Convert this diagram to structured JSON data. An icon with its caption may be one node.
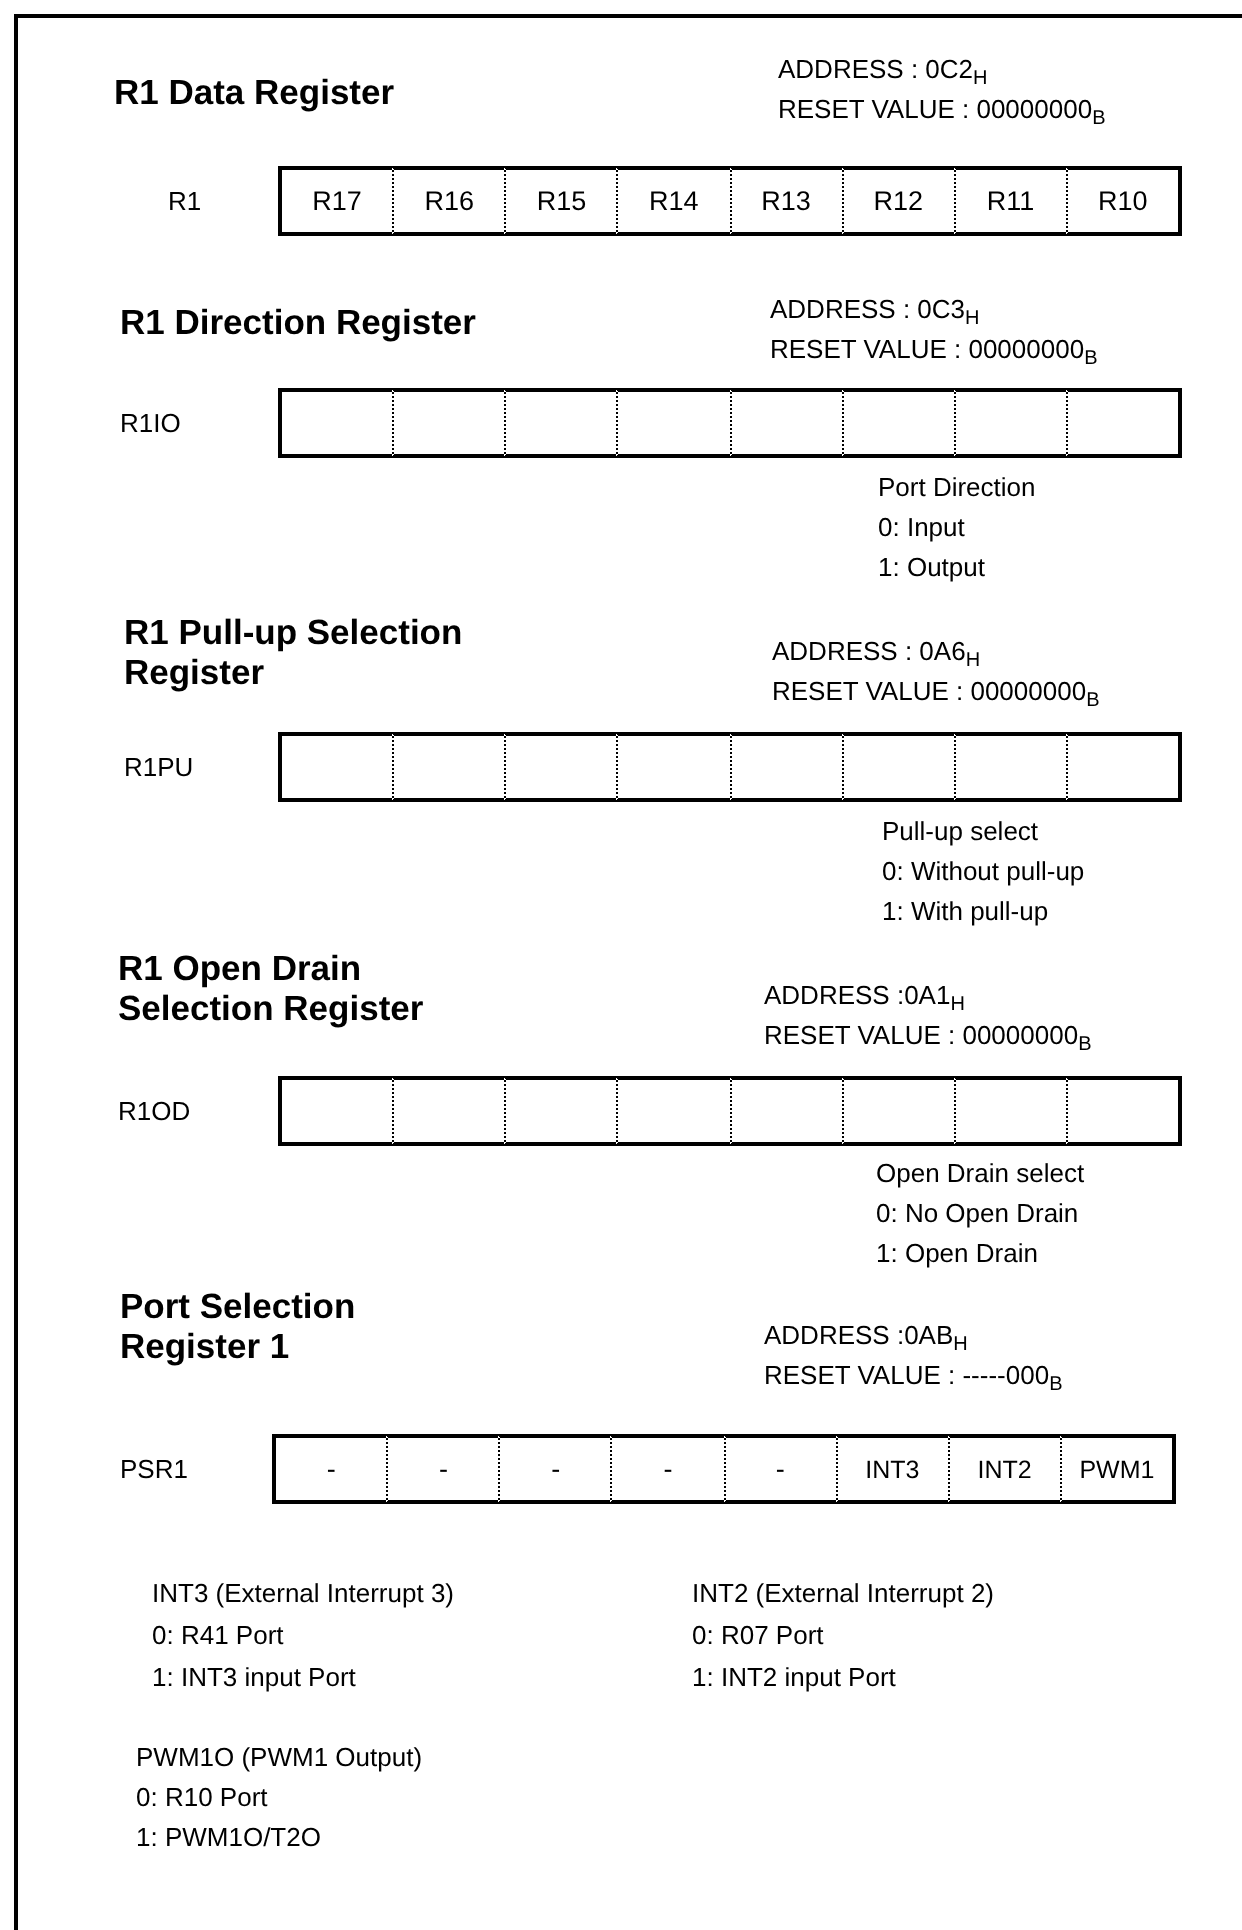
{
  "diagram": {
    "nodes": [
      {
        "text": [],
        "shape": "bar",
        "beside": [
          "R1"
        ]
      },
      {
        "text": [
          "R17"
        ],
        "in": 0
      },
      {
        "text": [
          "R16"
        ],
        "in": 0
      },
      {
        "text": [
          "R15"
        ],
        "in": 0
      },
      {
        "text": [
          "R14"
        ],
        "in": 0
      },
      {
        "text": [
          "R13"
        ],
        "in": 0
      },
      {
        "text": [
          "R12"
        ],
        "in": 0
      },
      {
        "text": [
          "R11"
        ],
        "in": 0
      },
      {
        "text": [
          "R10"
        ],
        "in": 0
      },
      {
        "text": [],
        "shape": "bar",
        "beside": [
          "R1IO"
        ]
      },
      {
        "text": [],
        "shape": "box",
        "in": 9
      },
      {
        "text": [],
        "shape": "box",
        "in": 9
      },
      {
        "text": [],
        "shape": "box",
        "in": 9
      },
      {
        "text": [],
        "shape": "box",
        "in": 9
      },
      {
        "text": [],
        "shape": "box",
        "in": 9
      },
      {
        "text": [],
        "shape": "box",
        "in": 9
      },
      {
        "text": [],
        "shape": "box",
        "in": 9
      },
      {
        "text": [],
        "shape": "box",
        "in": 9
      },
      {
        "text": [],
        "shape": "bar",
        "beside": [
          "R1PU"
        ]
      },
      {
        "text": [],
        "shape": "box",
        "in": 18
      },
      {
        "text": [],
        "shape": "box",
        "in": 18
      },
      {
        "text": [],
        "shape": "box",
        "in": 18
      },
      {
        "text": [],
        "shape": "box",
        "in": 18
      },
      {
        "text": [],
        "shape": "box",
        "in": 18
      },
      {
        "text": [],
        "shape": "box",
        "in": 18
      },
      {
        "text": [],
        "shape": "box",
        "in": 18
      },
      {
        "text": [],
        "shape": "box",
        "in": 18
      },
      {
        "text": [],
        "shape": "bar",
        "beside": [
          "R1OD"
        ]
      },
      {
        "text": [],
        "shape": "box",
        "in": 27
      },
      {
        "text": [],
        "shape": "box",
        "in": 27
      },
      {
        "text": [],
        "shape": "box",
        "in": 27
      },
      {
        "text": [],
        "shape": "box",
        "in": 27
      },
      {
        "text": [],
        "shape": "box",
        "in": 27
      },
      {
        "text": [],
        "shape": "box",
        "in": 27
      },
      {
        "text": [],
        "shape": "box",
        "in": 27
      },
      {
        "text": [],
        "shape": "box",
        "in": 27
      },
      {
        "text": [],
        "shape": "bar",
        "beside": [
          "PSR1"
        ]
      },
      {
        "text": [
          "-"
        ],
        "in": 36
      },
      {
        "text": [
          "-"
        ],
        "in": 36
      },
      {
        "text": [
          "-"
        ],
        "in": 36
      },
      {
        "text": [
          "-"
        ],
        "in": 36
      },
      {
        "text": [
          "-"
        ],
        "in": 36
      },
      {
        "text": [
          "INT3"
        ],
        "in": 36
      },
      {
        "text": [
          "INT2"
        ],
        "in": 36
      },
      {
        "text": [
          "PWM1"
        ],
        "in": 36
      }
    ],
    "labels": [
      "R1 Data Register",
      "ADDRESS : 0C2$_{H}$",
      "RESET VALUE : 00000000$_{B}$",
      "R1 Direction Register",
      "ADDRESS : 0C3$_{H}$",
      "RESET VALUE : 00000000$_{B}$",
      "Port Direction",
      "0: Input",
      "1: Output",
      "R1 Pull-up Selection Register",
      "ADDRESS : 0A6$_{H}$",
      "RESET VALUE : 00000000$_{B}$",
      "Pull-up select",
      "0: Without pull-up",
      "1: With pull-up",
      "R1 Open Drain Selection Register",
      "ADDRESS :0A1$_{H}$",
      "RESET VALUE : 00000000$_{B}$",
      "Open Drain select",
      "0: No Open Drain",
      "1: Open Drain",
      "Port Selection Register 1",
      "ADDRESS :0AB$_{H}$",
      "RESET VALUE : -----000$_{B}$",
      "INT3 (External Interrupt 3)",
      "0: R41 Port",
      "1: INT3 input Port",
      "INT2 (External Interrupt 2)",
      "0: R07 Port",
      "1: INT2 input Port",
      "PWM1O (PWM1 Output)",
      "0: R10 Port",
      "1: PWM1O/T2O"
    ]
  }
}
